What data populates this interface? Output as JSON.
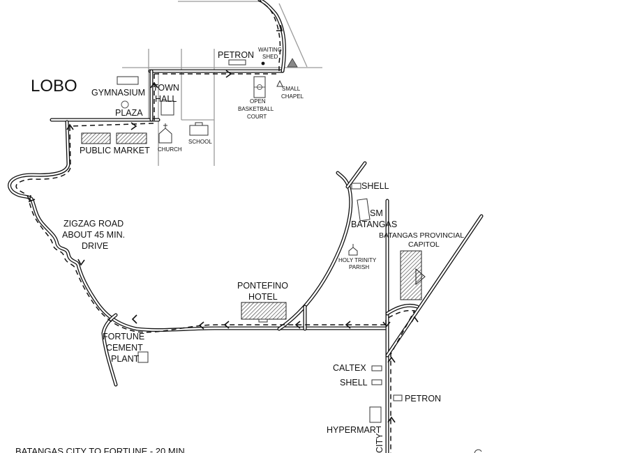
{
  "town": "LOBO",
  "labels": {
    "gymnasium": "GYMNASIUM",
    "town_hall_1": "TOWN",
    "town_hall_2": "HALL",
    "plaza": "PLAZA",
    "petron_top": "PETRON",
    "waiting_1": "WAITING",
    "waiting_2": "SHED",
    "small_chapel_1": "SMALL",
    "small_chapel_2": "CHAPEL",
    "court_1": "OPEN",
    "court_2": "BASKETBALL",
    "court_3": "COURT",
    "public_market": "PUBLIC MARKET",
    "church": "CHURCH",
    "school": "SCHOOL",
    "zigzag_1": "ZIGZAG ROAD",
    "zigzag_2": "ABOUT 45 MIN.",
    "zigzag_3": "DRIVE",
    "shell_top": "SHELL",
    "sm_1": "SM",
    "sm_2": "BATANGAS",
    "capitol_1": "BATANGAS PROVINCIAL",
    "capitol_2": "CAPITOL",
    "holy_1": "HOLY TRINITY",
    "holy_2": "PARISH",
    "pontefino_1": "PONTEFINO",
    "pontefino_2": "HOTEL",
    "fortune_1": "FORTUNE",
    "fortune_2": "CEMENT",
    "fortune_3": "PLANT",
    "caltex": "CALTEX",
    "shell_bottom": "SHELL",
    "petron_bottom": "PETRON",
    "hypermart": "HYPERMART",
    "city_partial": "CITY",
    "footer": "BATANGAS CITY TO FORTUNE - 20 MIN"
  },
  "icons": [
    "church-icon",
    "chapel-icon",
    "waiting-shed-dot",
    "direction-arrow-icon"
  ],
  "colors": {
    "ink": "#111111",
    "street": "#9a9a9a",
    "paper": "#ffffff"
  }
}
